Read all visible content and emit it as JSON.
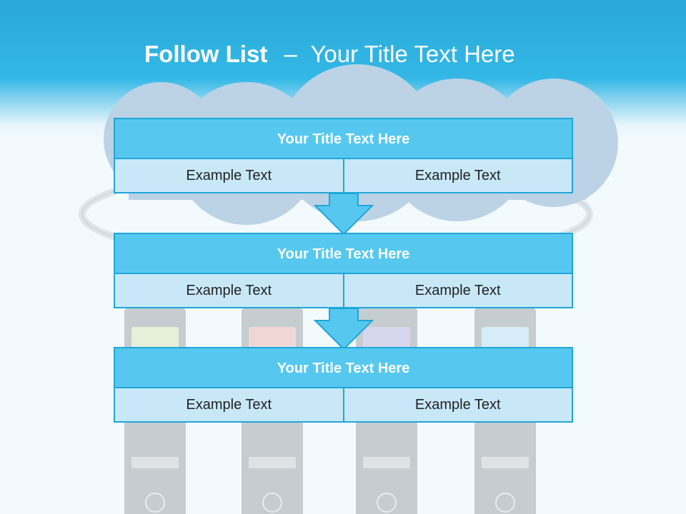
{
  "title": {
    "bold_part": "Follow List",
    "dash": "–",
    "rest": "Your Title Text Here"
  },
  "steps": [
    {
      "title": "Your Title Text Here",
      "left": "Example Text",
      "right": "Example Text"
    },
    {
      "title": "Your Title Text Here",
      "left": "Example Text",
      "right": "Example Text"
    },
    {
      "title": "Your Title Text Here",
      "left": "Example Text",
      "right": "Example Text"
    }
  ],
  "colors": {
    "header": "#33b8e6",
    "box_title": "#56c8f0",
    "box_cell": "#c8e8f8",
    "border": "#1fa6d8",
    "cloud": "#bcd3e6",
    "server": "#c6cdd0"
  },
  "background_icons": [
    "cloud-icon",
    "server-icon"
  ]
}
